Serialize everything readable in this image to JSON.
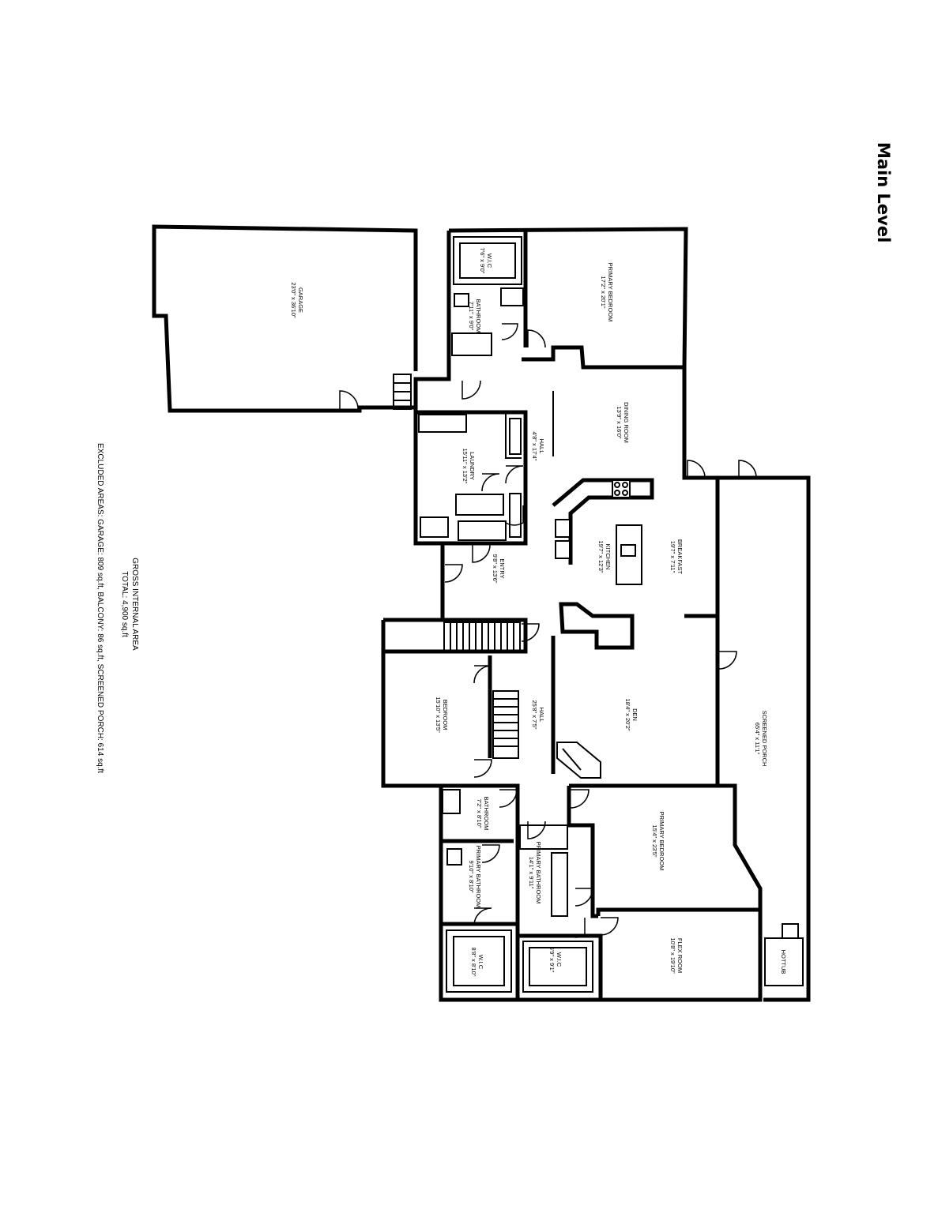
{
  "title": "Main Level",
  "rooms": [
    {
      "id": "garage",
      "name": "GARAGE",
      "size": "23'0\" x 36'10\""
    },
    {
      "id": "wic-1",
      "name": "W.I.C",
      "size": "7'6\" x 9'0\""
    },
    {
      "id": "bathroom-1",
      "name": "BATHROOM",
      "size": "7'11\" x 9'0\""
    },
    {
      "id": "primary-bedroom-1",
      "name": "PRIMARY BEDROOM",
      "size": "17'2\" x 20'1\""
    },
    {
      "id": "dining-room",
      "name": "DINING ROOM",
      "size": "13'9\" x 16'0\""
    },
    {
      "id": "hall-1",
      "name": "HALL",
      "size": "4'8\" x 17'4\""
    },
    {
      "id": "laundry",
      "name": "LAUNDRY",
      "size": "15'11\" x 13'2\""
    },
    {
      "id": "breakfast",
      "name": "BREAKFAST",
      "size": "19'7\" x 7'11\""
    },
    {
      "id": "kitchen",
      "name": "KITCHEN",
      "size": "19'7\" x 12'3\""
    },
    {
      "id": "entry",
      "name": "ENTRY",
      "size": "9'8\" x 13'6\""
    },
    {
      "id": "den",
      "name": "DEN",
      "size": "18'4\" x 20'2\""
    },
    {
      "id": "hall-2",
      "name": "HALL",
      "size": "25'8\" x 7'5\""
    },
    {
      "id": "bedroom",
      "name": "BEDROOM",
      "size": "15'10\" x 13'5\""
    },
    {
      "id": "screened-porch",
      "name": "SCREENED PORCH",
      "size": "65'4\" x 11'1\""
    },
    {
      "id": "bathroom-2",
      "name": "BATHROOM",
      "size": "7'2\" x 8'10\""
    },
    {
      "id": "primary-bathroom-1",
      "name": "PRIMARY BATHROOM",
      "size": "9'10\" x 8'10\""
    },
    {
      "id": "primary-bathroom-2",
      "name": "PRIMARY BATHROOM",
      "size": "14'1\" x 9'11\""
    },
    {
      "id": "primary-bedroom-2",
      "name": "PRIMARY BEDROOM",
      "size": "15'4\" x 23'5\""
    },
    {
      "id": "wic-2",
      "name": "W.I.C",
      "size": "8'8\" x 8'10\""
    },
    {
      "id": "wic-3",
      "name": "W.I.C",
      "size": "6'9\" x 9'1\""
    },
    {
      "id": "flex-room",
      "name": "FLEX ROOM",
      "size": "10'8\" x 19'10\""
    },
    {
      "id": "hot-tub",
      "name": "HOTTUB",
      "size": ""
    }
  ],
  "area_summary": {
    "line1": "GROSS INTERNAL AREA",
    "line2": "TOTAL: 4,900 sq.ft",
    "line3": "EXCLUDED AREAS: GARAGE: 809 sq.ft, BALCONY: 86 sq.ft, SCREENED PORCH: 614 sq.ft"
  }
}
